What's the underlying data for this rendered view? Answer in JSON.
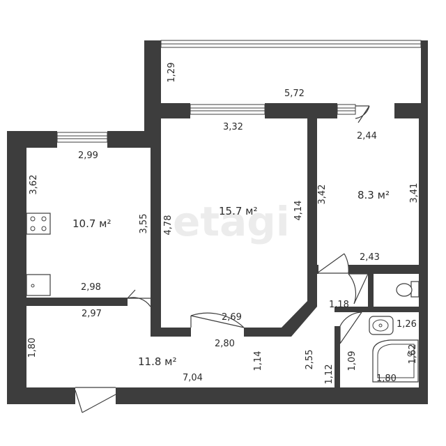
{
  "watermark": "etagi",
  "rooms": [
    {
      "id": "kitchen",
      "area": "10.7 м²"
    },
    {
      "id": "living",
      "area": "15.7 м²"
    },
    {
      "id": "bedroom",
      "area": "8.3 м²"
    },
    {
      "id": "hall",
      "area": "11.8 м²"
    }
  ],
  "dimensions": {
    "balcony_depth": "1,29",
    "balcony_length": "5,72",
    "living_top": "3,32",
    "bedroom_top": "2,44",
    "kitchen_top": "2,99",
    "kitchen_left": "3,62",
    "kitchen_right": "3,55",
    "kitchen_bottom": "2,98",
    "living_left": "4,78",
    "living_right": "4,14",
    "living_bottom": "2,69",
    "bedroom_left": "3,42",
    "bedroom_right": "3,41",
    "bedroom_bottom": "2,43",
    "hall_top": "2,97",
    "hall_left": "1,80",
    "hall_mid": "2,80",
    "hall_length": "7,04",
    "hall_114": "1,14",
    "hall_255": "2,55",
    "hall_112": "1,12",
    "wc_width": "1,18",
    "bath_top": "1,26",
    "bath_109": "1,09",
    "bath_162": "1,62",
    "bath_bottom": "1,80"
  }
}
